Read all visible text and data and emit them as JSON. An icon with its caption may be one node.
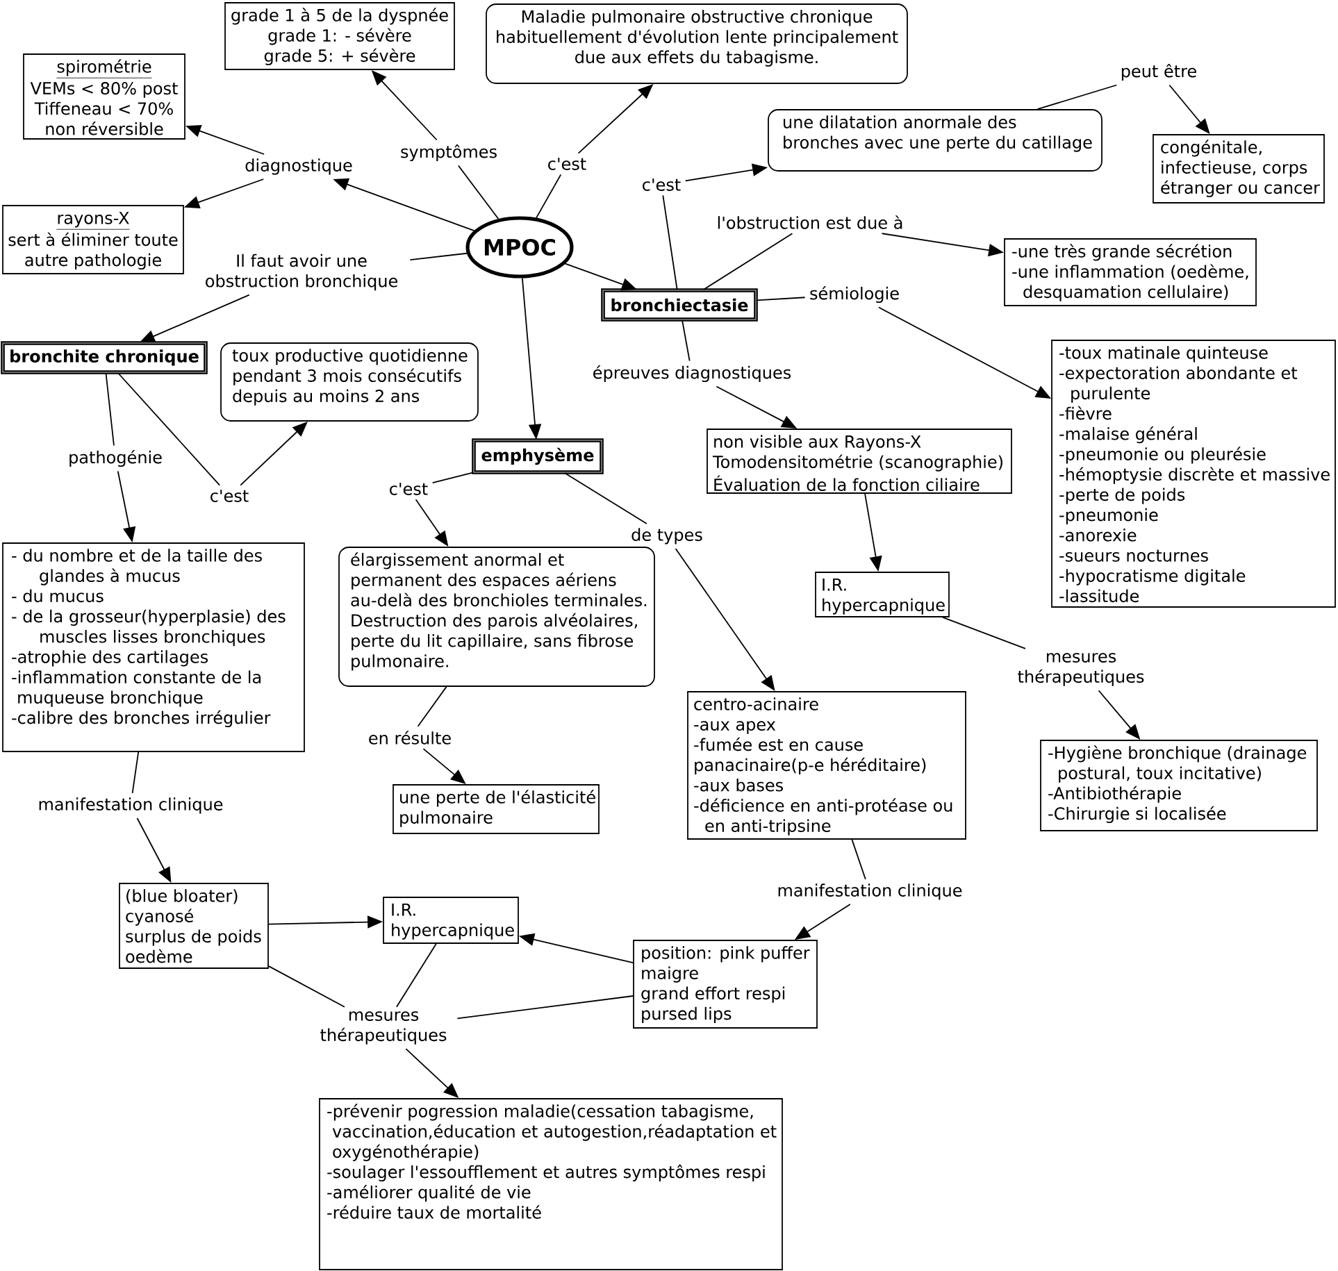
{
  "diagram": {
    "nodes": [
      {
        "text": [
          "grade 1 à 5 de la dyspnée",
          "grade 1: - sévère",
          "grade 5: + sévère"
        ]
      },
      {
        "text": [
          "Maladie pulmonaire obstructive chronique habituellement d'évolution lente principalement due aux effets du tabagisme."
        ]
      },
      {
        "text": [
          "spirométrie",
          "VEMs < 80% post",
          "Tiffeneau < 70%",
          "non réversible"
        ]
      },
      {
        "text": [
          "peut être"
        ]
      },
      {
        "text": [
          "une dilatation anormale des bronches avec une perte du catillage"
        ]
      },
      {
        "text": [
          "congénitale, infectieuse, corps étranger ou cancer"
        ]
      },
      {
        "text": [
          "symptômes"
        ]
      },
      {
        "text": [
          "c'est"
        ]
      },
      {
        "text": [
          "diagnostique"
        ]
      },
      {
        "text": [
          "c'est"
        ]
      },
      {
        "text": [
          "rayons-X",
          "sert à éliminer toute autre pathologie"
        ]
      },
      {
        "text": [
          "l'obstruction est due à"
        ]
      },
      {
        "text": [
          "MPOC"
        ]
      },
      {
        "text": [
          "-une très grande sécrétion",
          "-une inflammation (oedème, desquamation cellulaire)"
        ]
      },
      {
        "text": [
          "Il faut avoir une obstruction bronchique"
        ]
      },
      {
        "text": [
          "bronchiectasie"
        ]
      },
      {
        "text": [
          "sémiologie"
        ]
      },
      {
        "text": [
          "-toux matinale quinteuse",
          "-expectoration abondante et purulente",
          "-fièvre",
          "-malaise général",
          "-pneumonie ou pleurésie",
          "-hémoptysie discrète et massive",
          "-perte de poids",
          "-pneumonie",
          "-anorexie",
          "-sueurs nocturnes",
          "-hypocratisme digitale",
          "-lassitude"
        ]
      },
      {
        "text": [
          "bronchite chronique"
        ]
      },
      {
        "text": [
          "toux productive quotidienne pendant 3 mois consécutifs depuis au moins 2 ans"
        ]
      },
      {
        "text": [
          "épreuves diagnostiques"
        ]
      },
      {
        "text": [
          "non visible aux Rayons-X",
          "Tomodensitométrie (scanographie)",
          "Évaluation de la fonction ciliaire"
        ]
      },
      {
        "text": [
          "emphysème"
        ]
      },
      {
        "text": [
          "pathogénie"
        ]
      },
      {
        "text": [
          "c'est"
        ]
      },
      {
        "text": [
          "c'est"
        ]
      },
      {
        "text": [
          "de types"
        ]
      },
      {
        "text": [
          "- du nombre et de la taille des glandes à mucus",
          "- du mucus",
          "- de la grosseur(hyperplasie) des muscles lisses bronchiques",
          "-atrophie des cartilages",
          "-inflammation constante de la muqueuse bronchique",
          "-calibre des bronches irrégulier"
        ]
      },
      {
        "text": [
          "élargissement anormal et permanent des espaces aériens au-delà des bronchioles terminales. Destruction des parois alvéolaires, perte du lit capillaire, sans fibrose pulmonaire."
        ]
      },
      {
        "text": [
          "I.R. hypercapnique"
        ]
      },
      {
        "text": [
          "mesures thérapeutiques"
        ]
      },
      {
        "text": [
          "centro-acinaire",
          "-aux apex",
          "-fumée est en cause",
          "panacinaire(p-e héréditaire)",
          "-aux bases",
          "-déficience en anti-protéase ou en anti-tripsine"
        ]
      },
      {
        "text": [
          "en résulte"
        ]
      },
      {
        "text": [
          "-Hygiène bronchique (drainage postural, toux incitative)",
          "-Antibiothérapie",
          "-Chirurgie si localisée"
        ]
      },
      {
        "text": [
          "une perte de l'élasticité pulmonaire"
        ]
      },
      {
        "text": [
          "manifestation clinique"
        ]
      },
      {
        "text": [
          "(blue bloater)",
          "cyanosé",
          "surplus de poids",
          "oedème"
        ]
      },
      {
        "text": [
          "manifestation clinique"
        ]
      },
      {
        "text": [
          "I.R. hypercapnique"
        ]
      },
      {
        "text": [
          "position: pink puffer",
          "maigre",
          "grand effort respi",
          "pursed lips"
        ]
      },
      {
        "text": [
          "mesures thérapeutiques"
        ]
      },
      {
        "text": [
          "-prévenir pogression maladie(cessation tabagisme, vaccination,éducation et autogestion,réadaptation et oxygénothérapie)",
          "-soulager l'essoufflement et autres symptômes respi",
          "-améliorer qualité de vie",
          "-réduire taux de mortalité"
        ]
      }
    ],
    "edges": [
      {
        "from": 12,
        "to": 6,
        "arrow": "none"
      },
      {
        "from": 6,
        "to": 0,
        "arrow": "to"
      },
      {
        "from": 12,
        "to": 7,
        "arrow": "none"
      },
      {
        "from": 7,
        "to": 1,
        "arrow": "to"
      },
      {
        "from": 12,
        "to": 8,
        "arrow": "to"
      },
      {
        "from": 8,
        "to": 2,
        "arrow": "to"
      },
      {
        "from": 8,
        "to": 10,
        "arrow": "to"
      },
      {
        "from": 12,
        "to": 14,
        "arrow": "none"
      },
      {
        "from": 14,
        "to": 18,
        "arrow": "to"
      },
      {
        "from": 12,
        "to": 15,
        "arrow": "to"
      },
      {
        "from": 12,
        "to": 22,
        "arrow": "to"
      },
      {
        "from": 15,
        "to": 9,
        "arrow": "none"
      },
      {
        "from": 9,
        "to": 4,
        "arrow": "to"
      },
      {
        "from": 4,
        "to": 3,
        "arrow": "none"
      },
      {
        "from": 3,
        "to": 5,
        "arrow": "to"
      },
      {
        "from": 15,
        "to": 11,
        "arrow": "none"
      },
      {
        "from": 11,
        "to": 13,
        "arrow": "to"
      },
      {
        "from": 15,
        "to": 16,
        "arrow": "none"
      },
      {
        "from": 16,
        "to": 17,
        "arrow": "to"
      },
      {
        "from": 15,
        "to": 20,
        "arrow": "none"
      },
      {
        "from": 20,
        "to": 21,
        "arrow": "to"
      },
      {
        "from": 21,
        "to": 29,
        "arrow": "to"
      },
      {
        "from": 29,
        "to": 30,
        "arrow": "none"
      },
      {
        "from": 30,
        "to": 33,
        "arrow": "to"
      },
      {
        "from": 18,
        "to": 23,
        "arrow": "none"
      },
      {
        "from": 23,
        "to": 27,
        "arrow": "to"
      },
      {
        "from": 18,
        "to": 24,
        "arrow": "none"
      },
      {
        "from": 24,
        "to": 19,
        "arrow": "to"
      },
      {
        "from": 27,
        "to": 35,
        "arrow": "none"
      },
      {
        "from": 35,
        "to": 36,
        "arrow": "to"
      },
      {
        "from": 36,
        "to": 38,
        "arrow": "to"
      },
      {
        "from": 36,
        "to": 40,
        "arrow": "none"
      },
      {
        "from": 38,
        "to": 40,
        "arrow": "none"
      },
      {
        "from": 39,
        "to": 40,
        "arrow": "none"
      },
      {
        "from": 39,
        "to": 38,
        "arrow": "to"
      },
      {
        "from": 40,
        "to": 41,
        "arrow": "to"
      },
      {
        "from": 22,
        "to": 25,
        "arrow": "none"
      },
      {
        "from": 25,
        "to": 28,
        "arrow": "to"
      },
      {
        "from": 28,
        "to": 32,
        "arrow": "none"
      },
      {
        "from": 32,
        "to": 34,
        "arrow": "to"
      },
      {
        "from": 22,
        "to": 26,
        "arrow": "none"
      },
      {
        "from": 26,
        "to": 31,
        "arrow": "to"
      },
      {
        "from": 31,
        "to": 37,
        "arrow": "none"
      },
      {
        "from": 37,
        "to": 39,
        "arrow": "to"
      }
    ]
  }
}
